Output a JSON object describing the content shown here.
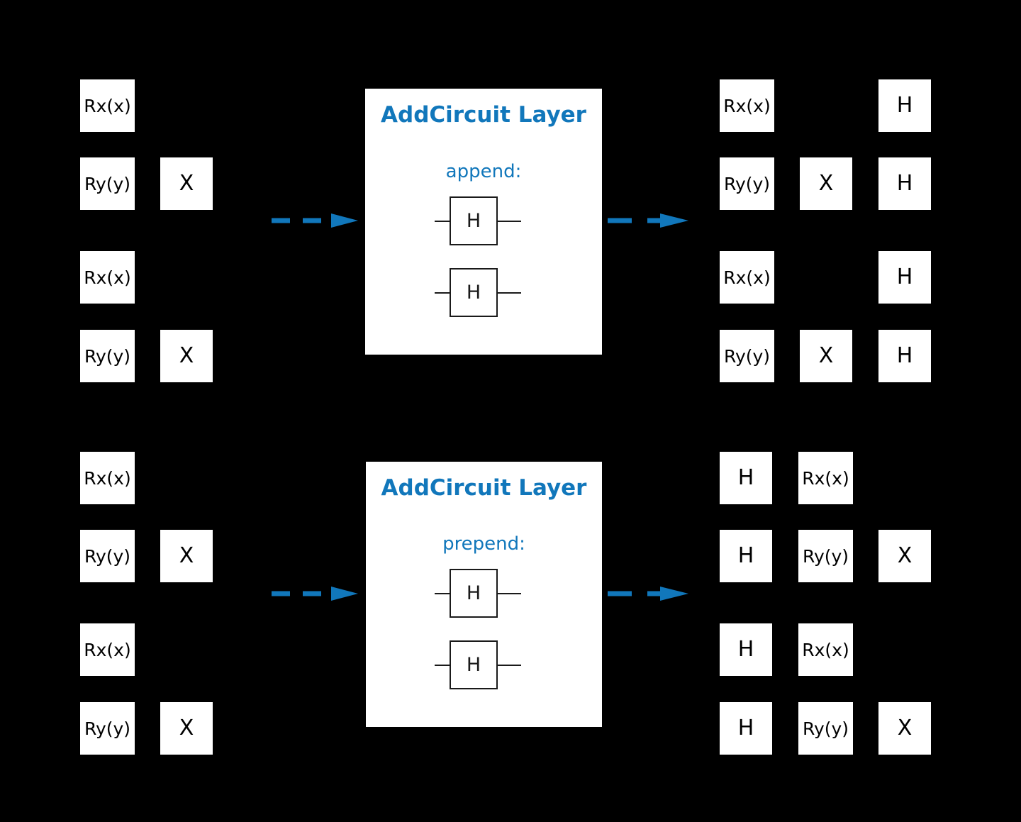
{
  "figure": {
    "background_color": "#000000",
    "accent_color": "#1177BB",
    "gate_fill": "#FFFFFF",
    "gate_text_color": "#000000"
  },
  "diagrams": [
    {
      "id": "append-diagram",
      "input_circuit": {
        "columns": [
          {
            "gates": [
              "Rx(x)",
              "Ry(y)",
              "Rx(x)",
              "Ry(y)"
            ]
          },
          {
            "gates": [
              "",
              "X",
              "",
              "X"
            ]
          }
        ]
      },
      "arrow_in": {
        "name": "arrow-into-append-layer"
      },
      "panel": {
        "title": "AddCircuit Layer",
        "mode_label": "append:",
        "gates": [
          "H",
          "H"
        ]
      },
      "arrow_out": {
        "name": "arrow-out-of-append-layer"
      },
      "output_circuit": {
        "columns": [
          {
            "gates": [
              "Rx(x)",
              "Ry(y)",
              "Rx(x)",
              "Ry(y)"
            ]
          },
          {
            "gates": [
              "",
              "X",
              "",
              "X"
            ]
          },
          {
            "gates": [
              "H",
              "H",
              "H",
              "H"
            ]
          }
        ]
      }
    },
    {
      "id": "prepend-diagram",
      "input_circuit": {
        "columns": [
          {
            "gates": [
              "Rx(x)",
              "Ry(y)",
              "Rx(x)",
              "Ry(y)"
            ]
          },
          {
            "gates": [
              "",
              "X",
              "",
              "X"
            ]
          }
        ]
      },
      "arrow_in": {
        "name": "arrow-into-prepend-layer"
      },
      "panel": {
        "title": "AddCircuit Layer",
        "mode_label": "prepend:",
        "gates": [
          "H",
          "H"
        ]
      },
      "arrow_out": {
        "name": "arrow-out-of-prepend-layer"
      },
      "output_circuit": {
        "columns": [
          {
            "gates": [
              "H",
              "H",
              "H",
              "H"
            ]
          },
          {
            "gates": [
              "Rx(x)",
              "Ry(y)",
              "Rx(x)",
              "Ry(y)"
            ]
          },
          {
            "gates": [
              "",
              "X",
              "",
              "X"
            ]
          }
        ]
      }
    }
  ]
}
